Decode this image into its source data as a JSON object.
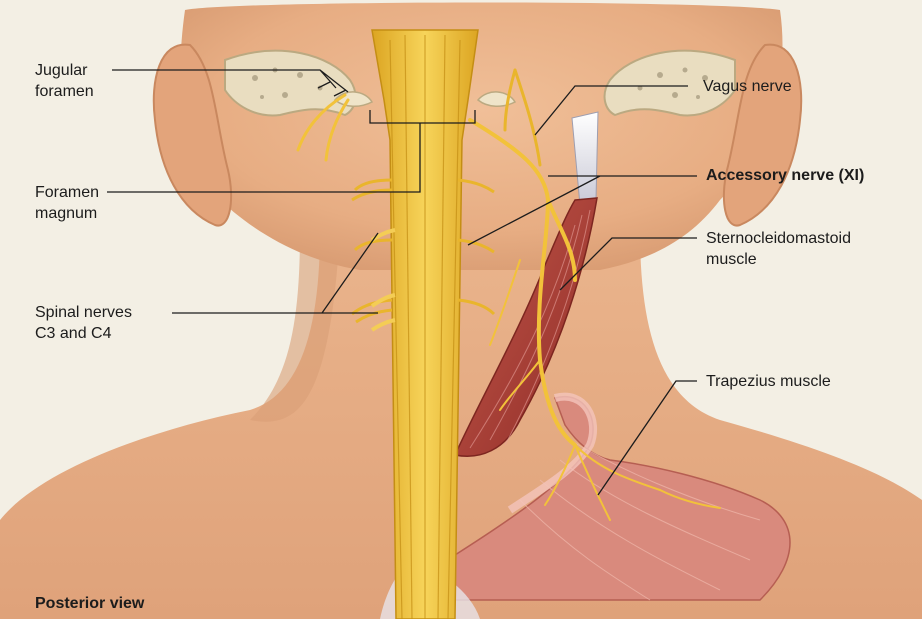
{
  "labels": {
    "jugular_1": "Jugular",
    "jugular_2": "foramen",
    "foramen_magnum_1": "Foramen",
    "foramen_magnum_2": "magnum",
    "spinal_1": "Spinal nerves",
    "spinal_2": "C3 and C4",
    "vagus": "Vagus nerve",
    "accessory": "Accessory nerve (XI)",
    "scm_1": "Sternocleidomastoid",
    "scm_2": "muscle",
    "trapezius": "Trapezius muscle",
    "view": "Posterior view"
  },
  "colors": {
    "background": "#f3efe4",
    "skin": "#ecb48b",
    "skin_shadow": "#d59a72",
    "nerve": "#f2c23a",
    "nerve_dark": "#d9a21c",
    "bone": "#e9ddc0",
    "muscle": "#a83a32",
    "trapezius": "#d7877c",
    "leader_line": "#1c1c1c"
  }
}
